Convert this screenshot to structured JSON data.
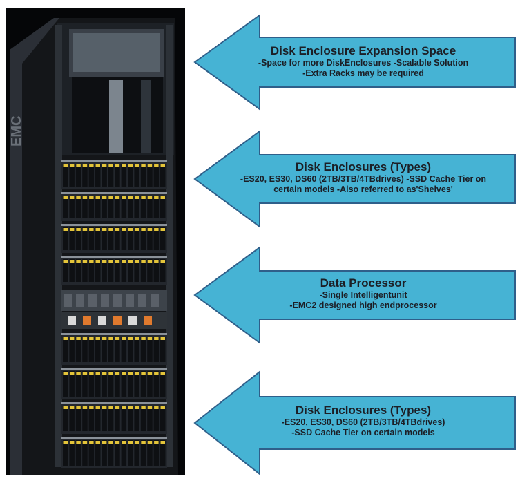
{
  "colors": {
    "arrow_fill": "#46b3d4",
    "arrow_stroke": "#2f5f8a",
    "text": "#1c1f26"
  },
  "photo": {
    "subject": "storage-rack",
    "logo_text": "EMC"
  },
  "callouts": [
    {
      "title": "Disk Enclosure Expansion Space",
      "lines": [
        "-Space for more DiskEnclosures -Scalable Solution",
        "-Extra Racks may be required"
      ]
    },
    {
      "title": "Disk Enclosures (Types)",
      "lines": [
        "-ES20, ES30, DS60 (2TB/3TB/4TBdrives) -SSD Cache Tier on",
        "certain models -Also referred to as'Shelves'"
      ]
    },
    {
      "title": "Data Processor",
      "lines": [
        "-Single Intelligentunit",
        "-EMC2 designed high endprocessor"
      ]
    },
    {
      "title": "Disk Enclosures (Types)",
      "lines": [
        "-ES20, ES30, DS60 (2TB/3TB/4TBdrives)",
        "-SSD Cache Tier on certain models"
      ]
    }
  ]
}
